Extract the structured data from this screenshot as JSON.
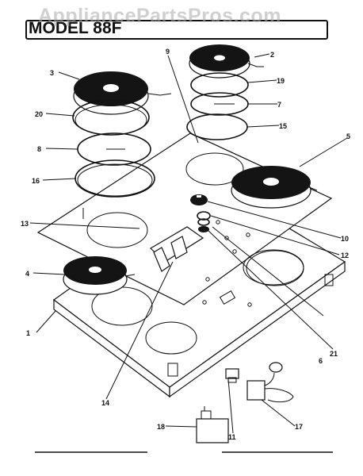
{
  "watermark": "AppliancePartsPros.com",
  "model_label": "MODEL 88F",
  "callouts": [
    "1",
    "2",
    "3",
    "4",
    "5",
    "6",
    "7",
    "8",
    "9",
    "10",
    "11",
    "12",
    "13",
    "14",
    "15",
    "16",
    "17",
    "18",
    "19",
    "20",
    "21"
  ]
}
